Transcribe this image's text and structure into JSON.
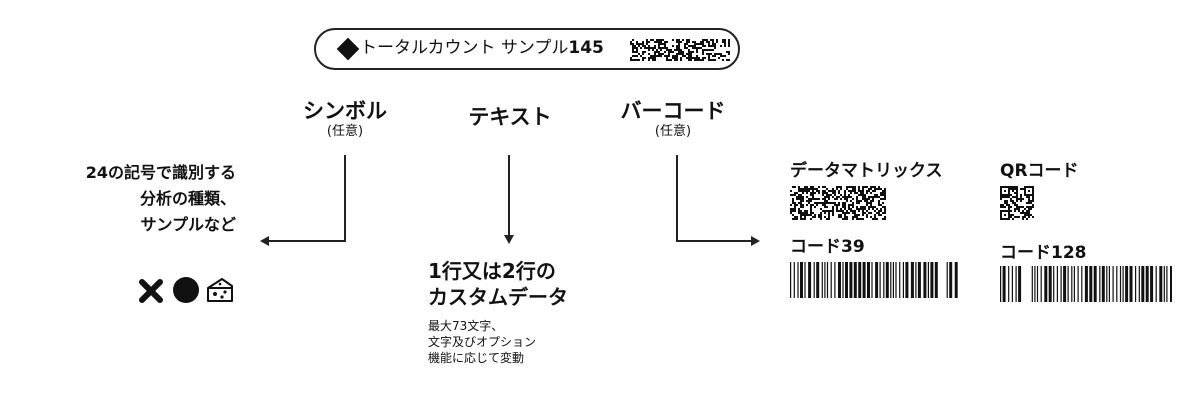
{
  "label": {
    "text": "トータルカウント サンプル",
    "number": "145"
  },
  "columns": {
    "symbol": {
      "title": "シンボル",
      "sub": "(任意)"
    },
    "text": {
      "title": "テキスト"
    },
    "barcode": {
      "title": "バーコード",
      "sub": "(任意)"
    }
  },
  "symbol_desc": {
    "line1": "24の記号で識別する",
    "line2": "分析の種類、",
    "line3": "サンプルなど"
  },
  "symbols": [
    "cross-icon",
    "circle-icon",
    "cheese-icon"
  ],
  "text_desc": {
    "line1": "1行又は2行の",
    "line2": "カスタムデータ"
  },
  "text_note": {
    "line1": "最大73文字、",
    "line2": "文字及びオプション",
    "line3": "機能に応じて変動"
  },
  "barcodes": {
    "datamatrix": "データマトリックス",
    "qr": "QRコード",
    "code39": "コード39",
    "code128": "コード128"
  }
}
